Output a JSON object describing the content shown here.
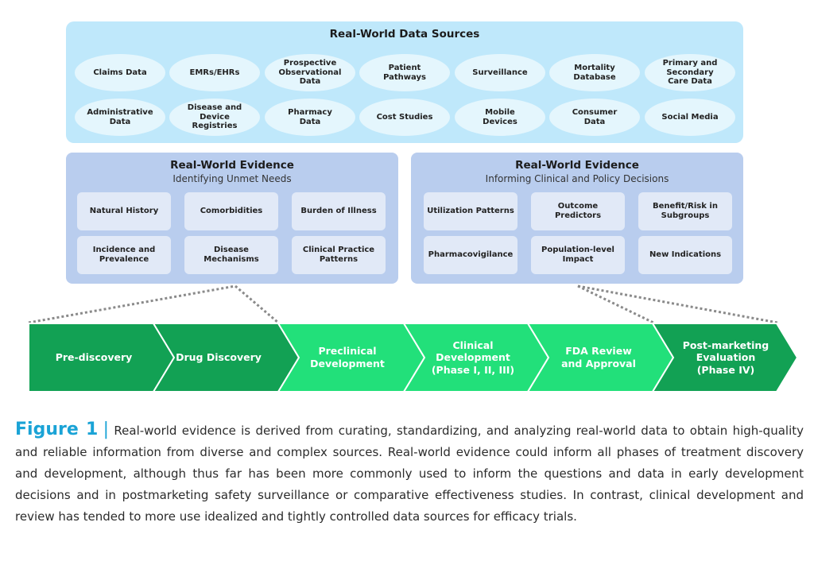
{
  "sources": {
    "title": "Real-World Data Sources",
    "row1": [
      "Claims Data",
      "EMRs/EHRs",
      "Prospective\nObservational\nData",
      "Patient\nPathways",
      "Surveillance",
      "Mortality\nDatabase",
      "Primary and\nSecondary\nCare Data"
    ],
    "row2": [
      "Administrative\nData",
      "Disease and\nDevice\nRegistries",
      "Pharmacy\nData",
      "Cost Studies",
      "Mobile\nDevices",
      "Consumer\nData",
      "Social Media"
    ]
  },
  "evidence_left": {
    "title": "Real-World Evidence",
    "subtitle": "Identifying Unmet Needs",
    "items": [
      "Natural History",
      "Comorbidities",
      "Burden of Illness",
      "Incidence and\nPrevalence",
      "Disease\nMechanisms",
      "Clinical Practice\nPatterns"
    ]
  },
  "evidence_right": {
    "title": "Real-World Evidence",
    "subtitle": "Informing Clinical and Policy Decisions",
    "items": [
      "Utilization Patterns",
      "Outcome\nPredictors",
      "Benefit/Risk in\nSubgroups",
      "Pharmacovigilance",
      "Population-level\nImpact",
      "New Indications"
    ]
  },
  "pipeline": {
    "stages": [
      "Pre-discovery",
      "Drug Discovery",
      "Preclinical\nDevelopment",
      "Clinical\nDevelopment\n(Phase I, II, III)",
      "FDA Review\nand Approval",
      "Post-marketing\nEvaluation\n(Phase IV)"
    ],
    "colors": [
      "#12a154",
      "#12a154",
      "#22e07a",
      "#22e07a",
      "#22e07a",
      "#12a154"
    ]
  },
  "caption": {
    "label": "Figure 1",
    "separator": "|",
    "text": "Real-world evidence is derived from curating, standardizing, and analyzing real-world data to obtain high-quality and reliable information from diverse and complex sources. Real-world evidence could inform all phases of treatment discovery and development, although thus far has been more commonly used to inform the questions and data in early development decisions and in postmarketing safety surveillance or comparative effectiveness studies. In contrast, clinical development and review has tended to more use idealized and tightly controlled data sources for efficacy trials."
  }
}
